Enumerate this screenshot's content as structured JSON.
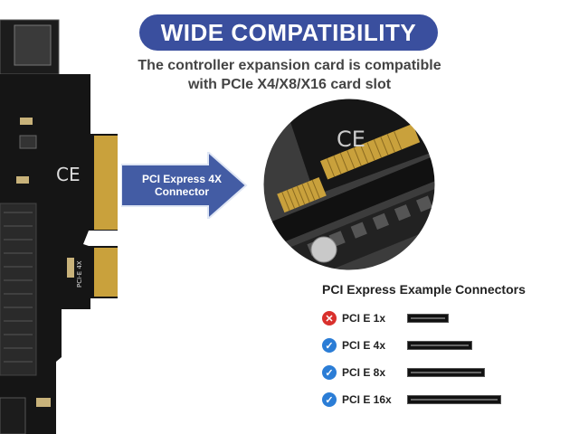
{
  "banner": {
    "title": "WIDE COMPATIBILITY"
  },
  "subtitle": {
    "line1": "The controller expansion card is compatible",
    "line2": "with PCIe X4/X8/X16 card slot"
  },
  "arrow": {
    "line1": "PCI Express 4X",
    "line2": "Connector"
  },
  "card": {
    "edge_label": "PCI-E 4X"
  },
  "connectors": {
    "title": "PCI Express Example Connectors",
    "items": [
      {
        "label": "PCI E 1x",
        "compatible": false,
        "length": 1
      },
      {
        "label": "PCI E 4x",
        "compatible": true,
        "length": 4
      },
      {
        "label": "PCI E 8x",
        "compatible": true,
        "length": 8
      },
      {
        "label": "PCI E 16x",
        "compatible": true,
        "length": 16
      }
    ]
  },
  "colors": {
    "banner": "#3a4f9e",
    "check": "#2b7dd6",
    "cross": "#d9302c",
    "arrow": "#2f4a9a",
    "gold": "#c9a13c"
  },
  "icons": {
    "yes": "check-icon",
    "no": "cross-icon"
  }
}
